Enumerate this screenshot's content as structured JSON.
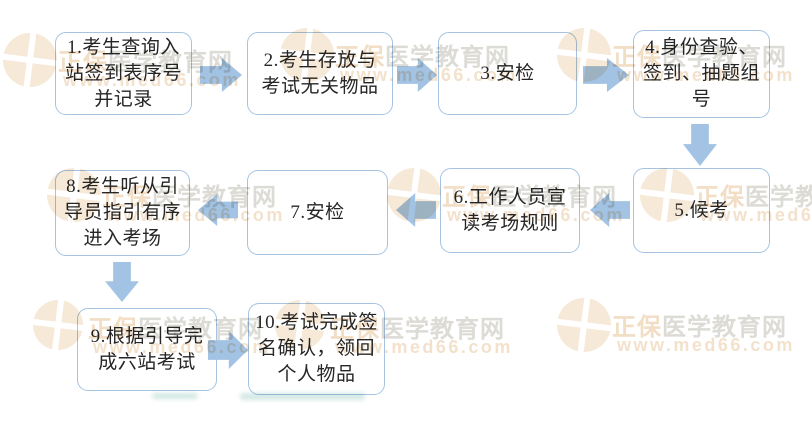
{
  "flowchart": {
    "title": "exam-procedure-flowchart",
    "steps": [
      {
        "name": "step-1",
        "lines": [
          "1.考生查询入",
          "站签到表序号",
          "并记录"
        ]
      },
      {
        "name": "step-2",
        "lines": [
          "2.考生存放与",
          "考试无关物品"
        ]
      },
      {
        "name": "step-3",
        "lines": [
          "3.安检"
        ]
      },
      {
        "name": "step-4",
        "lines": [
          "4.身份查验、",
          "签到、抽题组",
          "号"
        ]
      },
      {
        "name": "step-5",
        "lines": [
          "5.候考"
        ]
      },
      {
        "name": "step-6",
        "lines": [
          "6.工作人员宣",
          "读考场规则"
        ]
      },
      {
        "name": "step-7",
        "lines": [
          "7.安检"
        ]
      },
      {
        "name": "step-8",
        "lines": [
          "8.考生听从引",
          "导员指引有序",
          "进入考场"
        ]
      },
      {
        "name": "step-9",
        "lines": [
          "9.根据引导完",
          "成六站考试"
        ]
      },
      {
        "name": "step-10",
        "lines": [
          "10.考试完成签",
          "名确认，领回",
          "个人物品"
        ]
      }
    ]
  },
  "watermark": {
    "brand_prefix": "正保",
    "brand_suffix": "医学教育网",
    "url": "www.med66.com"
  },
  "colors": {
    "box_border": "#a6c4e2",
    "box_text": "#262626",
    "arrow_fill": "#a3c3e4",
    "watermark_gray": "#dcdbd5",
    "watermark_orange": "#f2ddc5",
    "watermark_url": "#f3e1cc",
    "watermark_logo": "#f6e9d8",
    "watermark_teal_fragment": "#9fccc2"
  }
}
